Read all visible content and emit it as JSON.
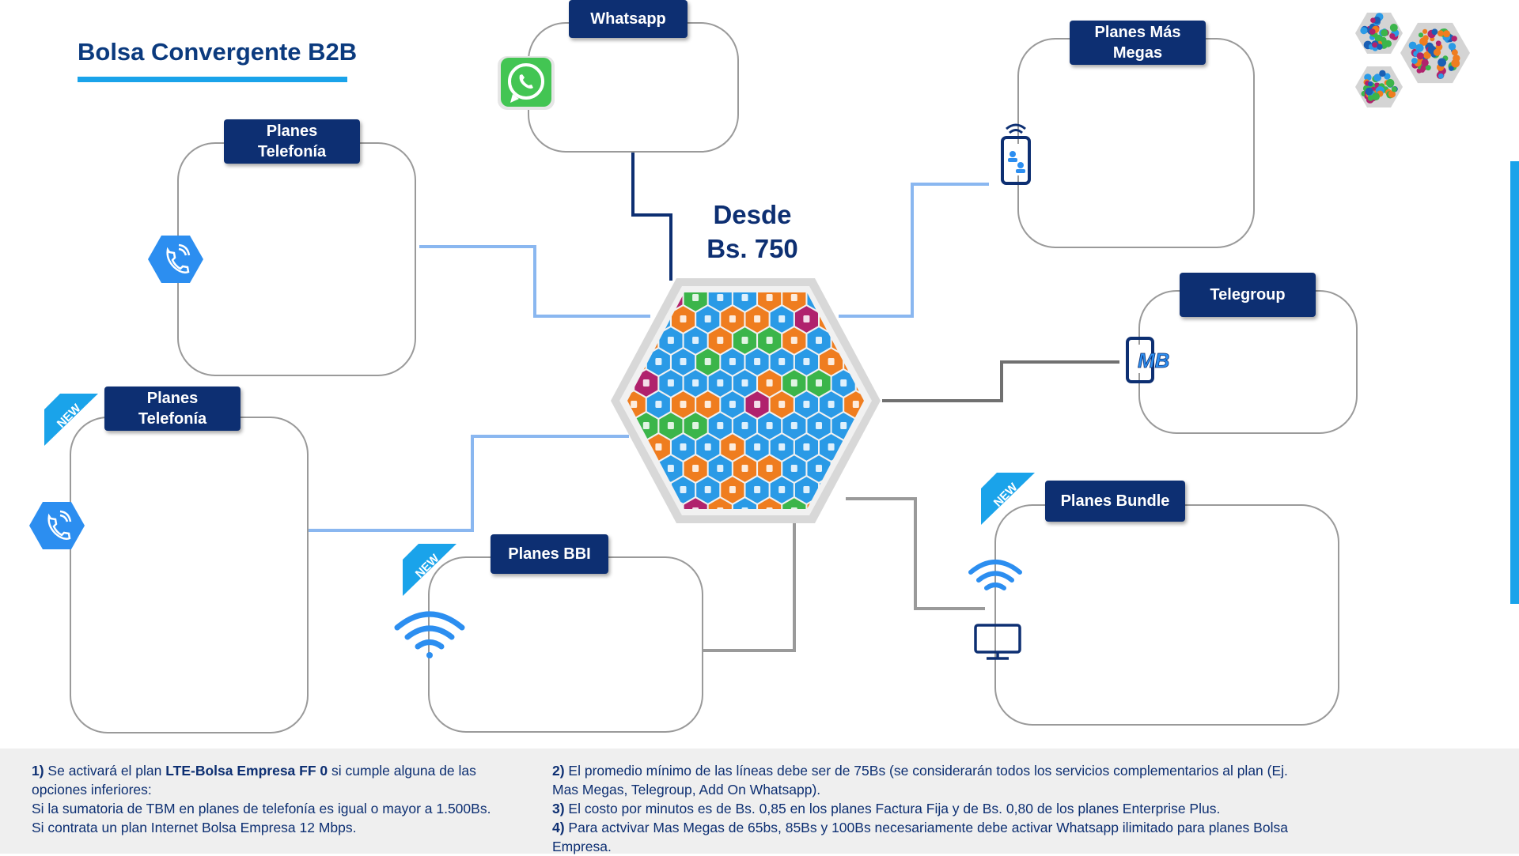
{
  "title": "Bolsa Convergente B2B",
  "center": {
    "line1": "Desde",
    "line2": "Bs. 750"
  },
  "boxes": {
    "whatsapp": "Whatsapp",
    "planes_mas_megas": "Planes Más\nMegas",
    "planes_telefonia_1": "Planes\nTelefonía",
    "planes_telefonia_2": "Planes\nTelefonía",
    "telegroup": "Telegroup",
    "planes_bbi": "Planes BBI",
    "planes_bundle": "Planes Bundle"
  },
  "badges": {
    "new": "NEW"
  },
  "icons": {
    "whatsapp": "whatsapp-icon",
    "phone": "phone-icon",
    "mobile_wifi": "mobile-wifi-icon",
    "mb": "mobile-mb-icon",
    "wifi": "wifi-icon",
    "tv": "tv-icon"
  },
  "mb_label": "MB",
  "notes": {
    "n1_num": "1)",
    "n1_pre": " Se activará el plan ",
    "n1_bold": "LTE-Bolsa Empresa FF 0",
    "n1_post": " si cumple alguna de las opciones inferiores:",
    "n1_line2": " Si la sumatoria de TBM en planes de telefonía es igual o mayor a 1.500Bs.",
    "n1_line3": "Si contrata un plan Internet Bolsa Empresa 12 Mbps.",
    "n2_num": "2)",
    "n2_text": " El promedio mínimo de las líneas debe ser de 75Bs (se considerarán todos los servicios complementarios al plan (Ej. Mas Megas, Telegroup, Add On Whatsapp).",
    "n3_num": "3)",
    "n3_text": " El costo por minutos es de Bs. 0,85 en los planes Factura Fija y de Bs. 0,80 de los planes Enterprise Plus.",
    "n4_num": "4)",
    "n4_text": " Para actvivar Mas Megas de 65bs, 85Bs y 100Bs necesariamente debe activar Whatsapp ilimitado para planes Bolsa Empresa."
  },
  "colors": {
    "navy": "#0d2f72",
    "accent": "#1aa3ea",
    "line_blue": "#8ab7f0",
    "line_gray": "#707070",
    "line_navy": "#0d2f72",
    "orange": "#ef7d1f",
    "magenta": "#b0226d",
    "green": "#3bb54a"
  }
}
